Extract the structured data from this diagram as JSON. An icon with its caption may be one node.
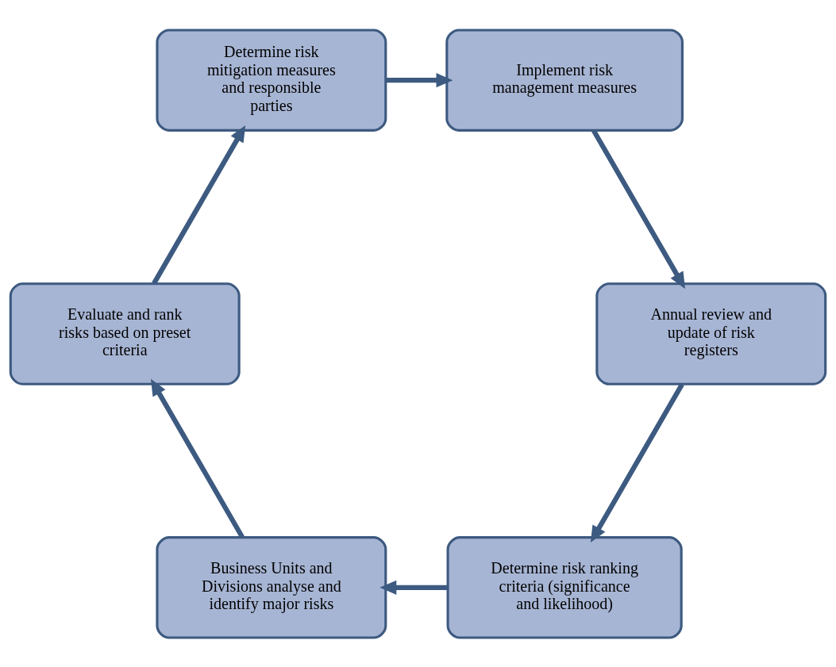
{
  "diagram": {
    "nodes": [
      {
        "text": [
          "Determine risk ranking criteria (significance and likelihood)"
        ]
      },
      {
        "text": [
          "Business Units and Divisions analyse and identify major risks"
        ]
      },
      {
        "text": [
          "Evaluate and rank risks based on preset criteria"
        ]
      },
      {
        "text": [
          "Determine risk mitigation measures and responsible parties"
        ]
      },
      {
        "text": [
          "Implement risk management measures"
        ]
      },
      {
        "text": [
          "Annual review and update of risk registers"
        ]
      }
    ],
    "edges": [
      {
        "from": 0,
        "to": 1,
        "arrow": "to"
      },
      {
        "from": 1,
        "to": 2,
        "arrow": "to"
      },
      {
        "from": 2,
        "to": 3,
        "arrow": "to"
      },
      {
        "from": 3,
        "to": 4,
        "arrow": "to"
      },
      {
        "from": 4,
        "to": 5,
        "arrow": "to"
      },
      {
        "from": 5,
        "to": 0,
        "arrow": "to"
      }
    ]
  }
}
